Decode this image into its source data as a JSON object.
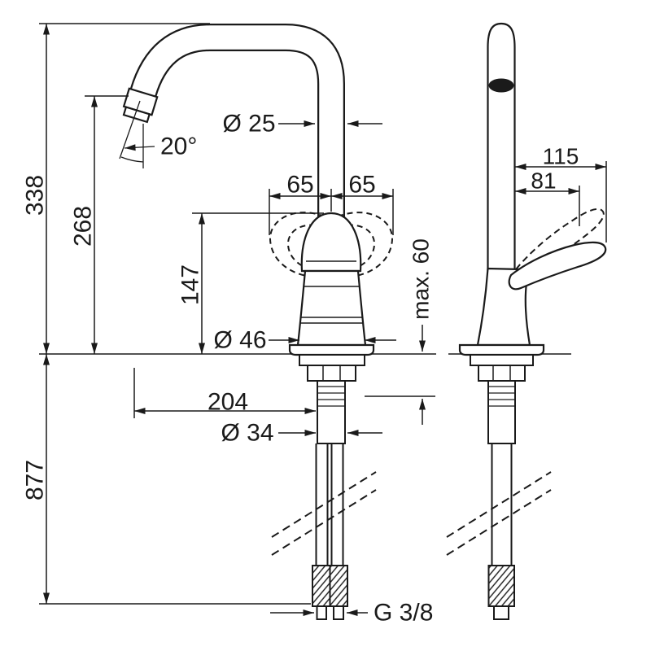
{
  "colors": {
    "line": "#1a1a1a",
    "background": "#ffffff"
  },
  "front_view": {
    "dimensions": {
      "total_height": "338",
      "spout_outlet_height": "268",
      "handle_height": "147",
      "hose_length": "877",
      "spout_angle": "20°",
      "spout_pipe_diameter": "Ø 25",
      "handle_swing_left": "65",
      "handle_swing_right": "65",
      "body_base_diameter": "Ø 46",
      "max_mounting_thickness": "max. 60",
      "spout_reach": "204",
      "shank_diameter": "Ø 34",
      "connection_thread": "G 3/8"
    }
  },
  "side_view": {
    "dimensions": {
      "total_depth": "115",
      "handle_depth": "81"
    }
  }
}
